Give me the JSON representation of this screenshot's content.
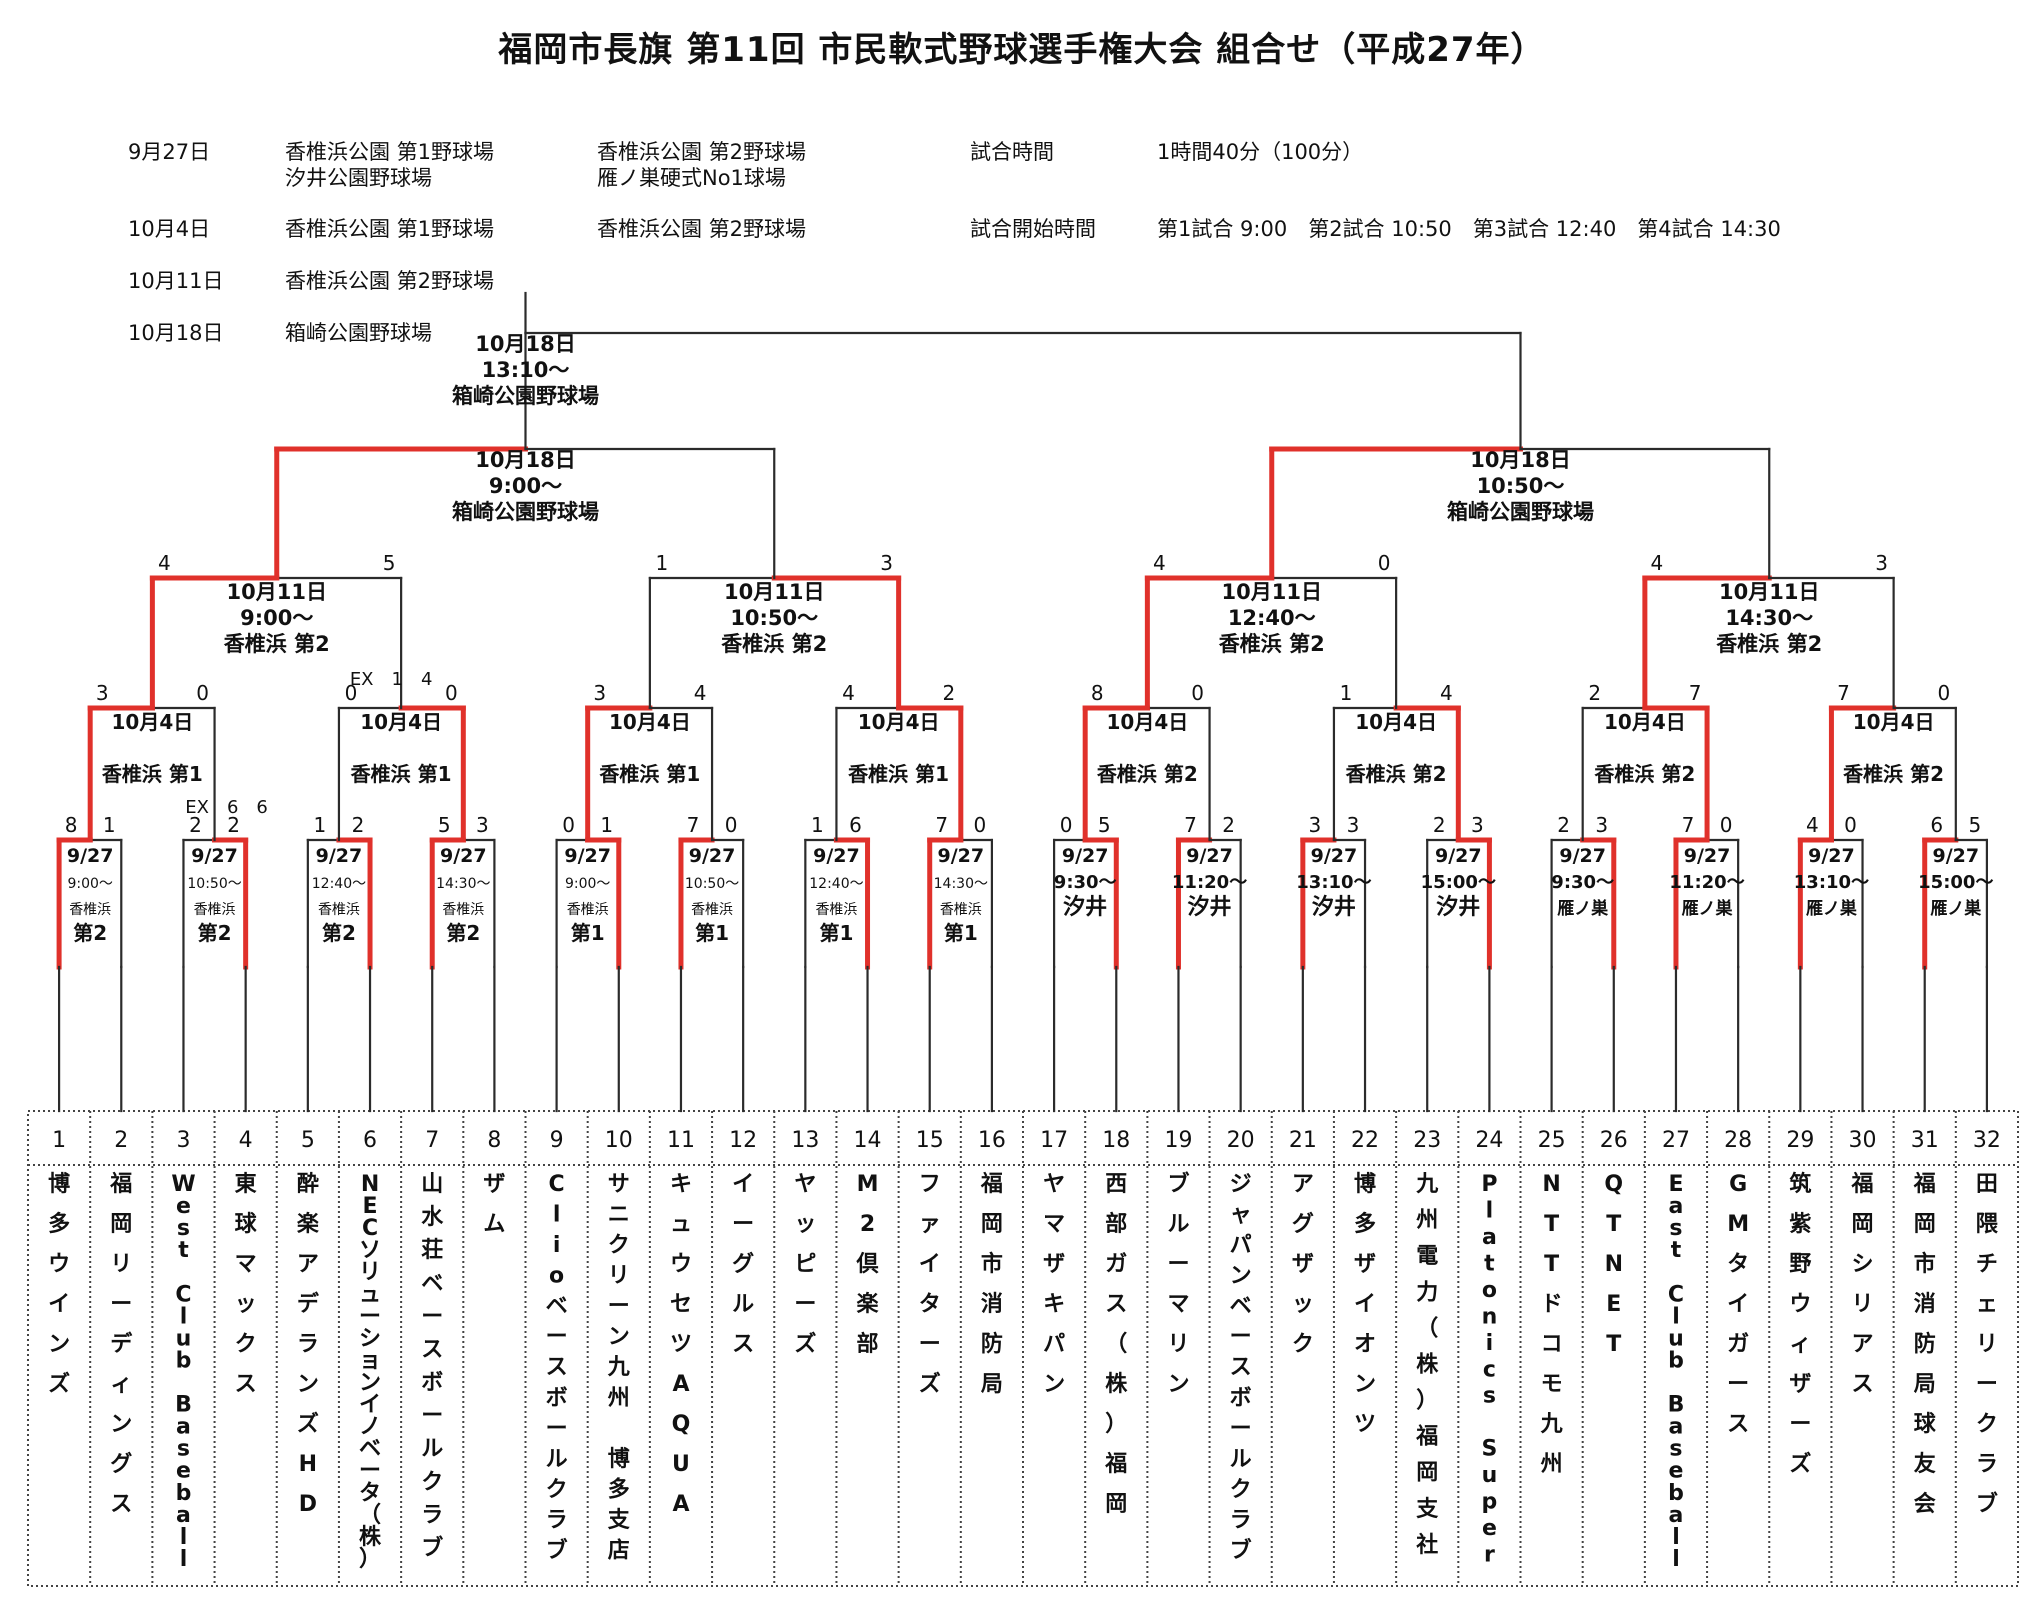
{
  "title": "福岡市長旗 第11回 市民軟式野球選手権大会 組合せ（平成27年）",
  "schedule": [
    {
      "date": "9月27日",
      "venue1": "香椎浜公園 第1野球場\n汐井公園野球場",
      "venue2": "香椎浜公園 第2野球場\n雁ノ巣硬式No1球場"
    },
    {
      "date": "10月4日",
      "venue1": "香椎浜公園 第1野球場",
      "venue2": "香椎浜公園 第2野球場"
    },
    {
      "date": "10月11日",
      "venue1": "香椎浜公園 第2野球場",
      "venue2": ""
    },
    {
      "date": "10月18日",
      "venue1": "箱崎公園野球場",
      "venue2": ""
    }
  ],
  "game_time": {
    "label": "試合時間",
    "value": "1時間40分（100分）"
  },
  "start_times": {
    "label": "試合開始時間",
    "value": "第1試合 9:00　第2試合 10:50　第3試合 12:40　第4試合 14:30"
  },
  "teams": [
    {
      "no": "1",
      "name": "博多ウインズ"
    },
    {
      "no": "2",
      "name": "福岡リーディングス"
    },
    {
      "no": "3",
      "name": "West Club Baseball"
    },
    {
      "no": "4",
      "name": "東球マックス"
    },
    {
      "no": "5",
      "name": "酔楽アデランズHD"
    },
    {
      "no": "6",
      "name": "NECソリューションイノベータ（株）"
    },
    {
      "no": "7",
      "name": "山水荘ベースボールクラブ"
    },
    {
      "no": "8",
      "name": "ザム"
    },
    {
      "no": "9",
      "name": "Clioベースボールクラブ"
    },
    {
      "no": "10",
      "name": "サニクリーン九州 博多支店"
    },
    {
      "no": "11",
      "name": "キュウセツAQUA"
    },
    {
      "no": "12",
      "name": "イーグルス"
    },
    {
      "no": "13",
      "name": "ヤッピーズ"
    },
    {
      "no": "14",
      "name": "M2倶楽部"
    },
    {
      "no": "15",
      "name": "ファイターズ"
    },
    {
      "no": "16",
      "name": "福岡市消防局"
    },
    {
      "no": "17",
      "name": "ヤマザキパン"
    },
    {
      "no": "18",
      "name": "西部ガス（株）福岡"
    },
    {
      "no": "19",
      "name": "ブルーマリン"
    },
    {
      "no": "20",
      "name": "ジャパンベースボールクラブ"
    },
    {
      "no": "21",
      "name": "アグザック"
    },
    {
      "no": "22",
      "name": "博多ザイオンツ"
    },
    {
      "no": "23",
      "name": "九州電力（株）福岡支社"
    },
    {
      "no": "24",
      "name": "Platonics Super"
    },
    {
      "no": "25",
      "name": "NTTドコモ九州"
    },
    {
      "no": "26",
      "name": "QTNET"
    },
    {
      "no": "27",
      "name": "East Club Baseball"
    },
    {
      "no": "28",
      "name": "GMタイガース"
    },
    {
      "no": "29",
      "name": "筑紫野ウィザーズ"
    },
    {
      "no": "30",
      "name": "福岡シリアス"
    },
    {
      "no": "31",
      "name": "福岡市消防局球友会"
    },
    {
      "no": "32",
      "name": "田隈チェリークラブ"
    }
  ],
  "round1": [
    {
      "date": "9/27",
      "time": "9:00～",
      "venue": "香椎浜",
      "field": "第2",
      "left": "8",
      "right": "1",
      "winner": "L"
    },
    {
      "date": "9/27",
      "time": "10:50～",
      "venue": "香椎浜",
      "field": "第2",
      "left": "2",
      "right": "2",
      "winner": "R"
    },
    {
      "date": "9/27",
      "time": "12:40～",
      "venue": "香椎浜",
      "field": "第2",
      "left": "1",
      "right": "2",
      "winner": "R"
    },
    {
      "date": "9/27",
      "time": "14:30～",
      "venue": "香椎浜",
      "field": "第2",
      "left": "5",
      "right": "3",
      "winner": "L"
    },
    {
      "date": "9/27",
      "time": "9:00～",
      "venue": "香椎浜",
      "field": "第1",
      "left": "0",
      "right": "1",
      "winner": "R"
    },
    {
      "date": "9/27",
      "time": "10:50～",
      "venue": "香椎浜",
      "field": "第1",
      "left": "7",
      "right": "0",
      "winner": "L"
    },
    {
      "date": "9/27",
      "time": "12:40～",
      "venue": "香椎浜",
      "field": "第1",
      "left": "1",
      "right": "6",
      "winner": "R"
    },
    {
      "date": "9/27",
      "time": "14:30～",
      "venue": "香椎浜",
      "field": "第1",
      "left": "7",
      "right": "0",
      "winner": "L"
    },
    {
      "date": "9/27",
      "time": "9:30～",
      "venue": "汐井",
      "field": "",
      "left": "0",
      "right": "5",
      "winner": "R"
    },
    {
      "date": "9/27",
      "time": "11:20～",
      "venue": "汐井",
      "field": "",
      "left": "7",
      "right": "2",
      "winner": "L"
    },
    {
      "date": "9/27",
      "time": "13:10～",
      "venue": "汐井",
      "field": "",
      "left": "3",
      "right": "3",
      "winner": "L"
    },
    {
      "date": "9/27",
      "time": "15:00～",
      "venue": "汐井",
      "field": "",
      "left": "2",
      "right": "3",
      "winner": "R"
    },
    {
      "date": "9/27",
      "time": "9:30～",
      "venue": "雁ノ巣",
      "field": "",
      "left": "2",
      "right": "3",
      "winner": "R"
    },
    {
      "date": "9/27",
      "time": "11:20～",
      "venue": "雁ノ巣",
      "field": "",
      "left": "7",
      "right": "0",
      "winner": "L"
    },
    {
      "date": "9/27",
      "time": "13:10～",
      "venue": "雁ノ巣",
      "field": "",
      "left": "4",
      "right": "0",
      "winner": "L"
    },
    {
      "date": "9/27",
      "time": "15:00～",
      "venue": "雁ノ巣",
      "field": "",
      "left": "6",
      "right": "5",
      "winner": "L"
    }
  ],
  "round1_extra": [
    {
      "game": 1,
      "text": "EX　6　6"
    }
  ],
  "round2": [
    {
      "date": "10月4日",
      "venue": "香椎浜 第1",
      "left": "3",
      "right": "0",
      "winner": "L"
    },
    {
      "date": "10月4日",
      "venue": "香椎浜 第1",
      "left": "0",
      "right": "0",
      "winner": "R",
      "extra": "EX　1　4"
    },
    {
      "date": "10月4日",
      "venue": "香椎浜 第1",
      "left": "3",
      "right": "4",
      "winner": "L"
    },
    {
      "date": "10月4日",
      "venue": "香椎浜 第1",
      "left": "4",
      "right": "2",
      "winner": "R"
    },
    {
      "date": "10月4日",
      "venue": "香椎浜 第2",
      "left": "8",
      "right": "0",
      "winner": "L"
    },
    {
      "date": "10月4日",
      "venue": "香椎浜 第2",
      "left": "1",
      "right": "4",
      "winner": "R"
    },
    {
      "date": "10月4日",
      "venue": "香椎浜 第2",
      "left": "2",
      "right": "7",
      "winner": "R"
    },
    {
      "date": "10月4日",
      "venue": "香椎浜 第2",
      "left": "7",
      "right": "0",
      "winner": "L"
    }
  ],
  "round3": [
    {
      "date": "10月11日",
      "time": "9:00～",
      "venue": "香椎浜 第2",
      "left": "4",
      "right": "5",
      "winner": "L"
    },
    {
      "date": "10月11日",
      "time": "10:50～",
      "venue": "香椎浜 第2",
      "left": "1",
      "right": "3",
      "winner": "R"
    },
    {
      "date": "10月11日",
      "time": "12:40～",
      "venue": "香椎浜 第2",
      "left": "4",
      "right": "0",
      "winner": "L"
    },
    {
      "date": "10月11日",
      "time": "14:30～",
      "venue": "香椎浜 第2",
      "left": "4",
      "right": "3",
      "winner": "L"
    }
  ],
  "semifinals": [
    {
      "date": "10月18日",
      "time": "9:00～",
      "venue": "箱崎公園野球場",
      "winner": "L"
    },
    {
      "date": "10月18日",
      "time": "10:50～",
      "venue": "箱崎公園野球場",
      "winner": "L"
    }
  ],
  "final": {
    "date": "10月18日",
    "time": "13:10～",
    "venue": "箱崎公園野球場"
  },
  "colors": {
    "line": "#2b2b2b",
    "winner": "#e0312b",
    "dotted": "#444444"
  }
}
